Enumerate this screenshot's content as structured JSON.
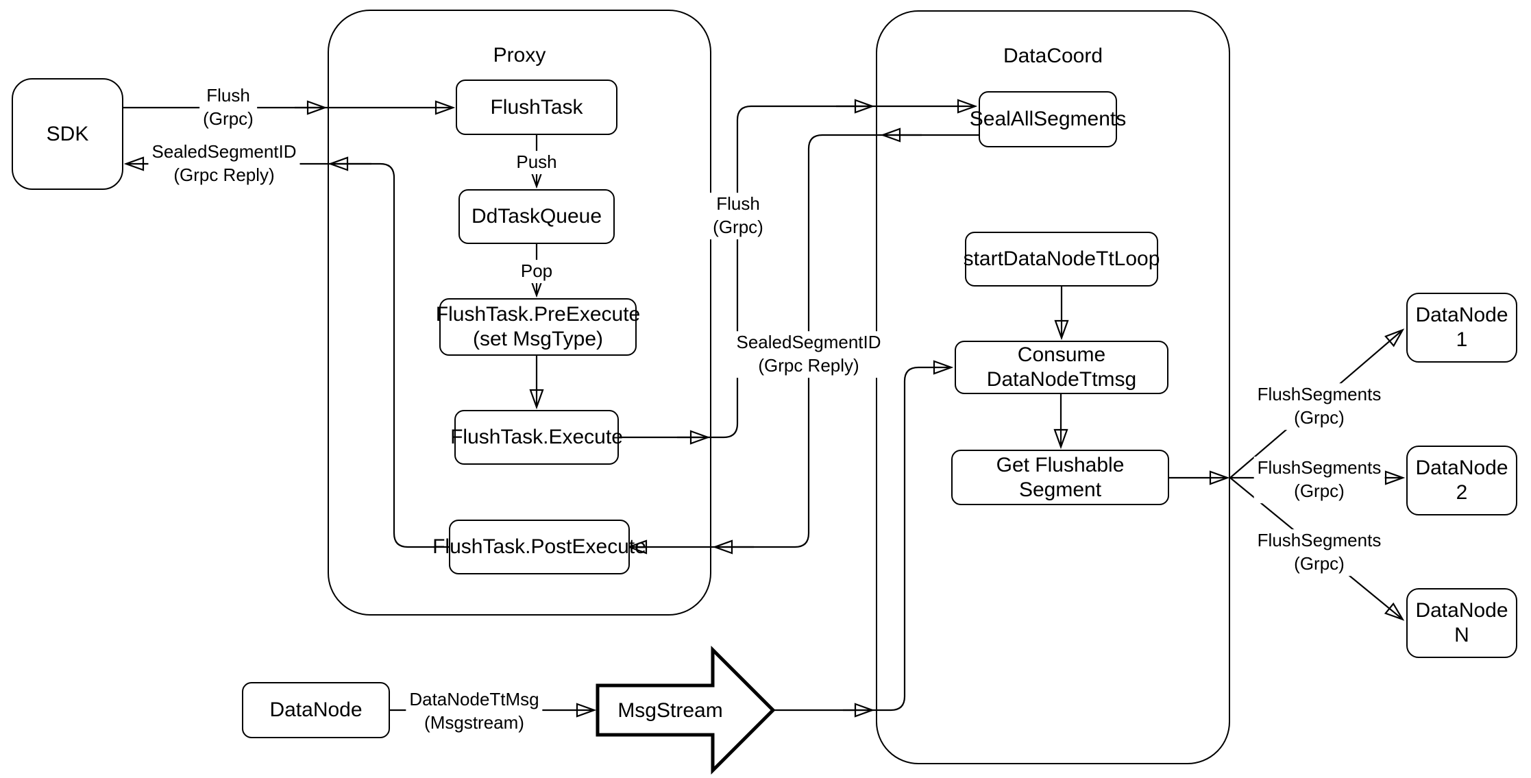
{
  "diagram": {
    "background_color": "#ffffff",
    "stroke_color": "#000000",
    "containers": {
      "proxy": {
        "title": "Proxy"
      },
      "datacoord": {
        "title": "DataCoord"
      }
    },
    "nodes": {
      "sdk": {
        "label": "SDK"
      },
      "flushtask": {
        "label": "FlushTask"
      },
      "ddtaskqueue": {
        "label": "DdTaskQueue"
      },
      "preexecute": {
        "line1": "FlushTask.PreExecute",
        "line2": "(set MsgType)"
      },
      "execute": {
        "label": "FlushTask.Execute"
      },
      "postexecute": {
        "label": "FlushTask.PostExecute"
      },
      "sealallsegments": {
        "label": "SealAllSegments"
      },
      "startdatanodettloop": {
        "label": "startDataNodeTtLoop"
      },
      "consumedatanodettmsg": {
        "label": "Consume DataNodeTtmsg"
      },
      "getflushablesegment": {
        "label": "Get Flushable Segment"
      },
      "datanode1": {
        "label": "DataNode 1"
      },
      "datanode2": {
        "label": "DataNode 2"
      },
      "datanoden": {
        "label": "DataNode N"
      },
      "datanode": {
        "label": "DataNode"
      },
      "msgstream": {
        "label": "MsgStream"
      }
    },
    "edge_labels": {
      "sdk_flush": {
        "line1": "Flush",
        "line2": "(Grpc)"
      },
      "push": {
        "line1": "Push"
      },
      "pop": {
        "line1": "Pop"
      },
      "execute_flush": {
        "line1": "Flush",
        "line2": "(Grpc)"
      },
      "sealed_segment_mid": {
        "line1": "SealedSegmentID",
        "line2": "(Grpc Reply)"
      },
      "sealed_segment_sdk": {
        "line1": "SealedSegmentID",
        "line2": "(Grpc Reply)"
      },
      "flushsegments_1": {
        "line1": "FlushSegments",
        "line2": "(Grpc)"
      },
      "flushsegments_2": {
        "line1": "FlushSegments",
        "line2": "(Grpc)"
      },
      "flushsegments_3": {
        "line1": "FlushSegments",
        "line2": "(Grpc)"
      },
      "datanodettmsg": {
        "line1": "DataNodeTtMsg",
        "line2": "(Msgstream)"
      }
    }
  }
}
